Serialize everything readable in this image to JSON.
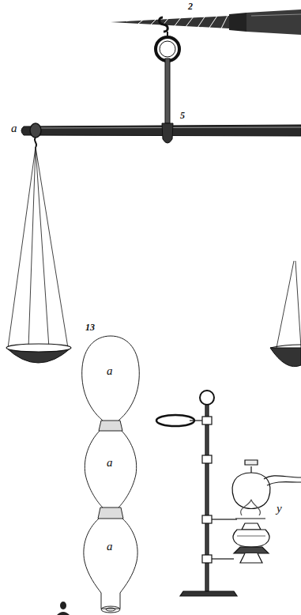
{
  "diagram": {
    "labels": [
      "2",
      "5",
      "a",
      "13",
      "a",
      "a",
      "a",
      "y"
    ]
  }
}
